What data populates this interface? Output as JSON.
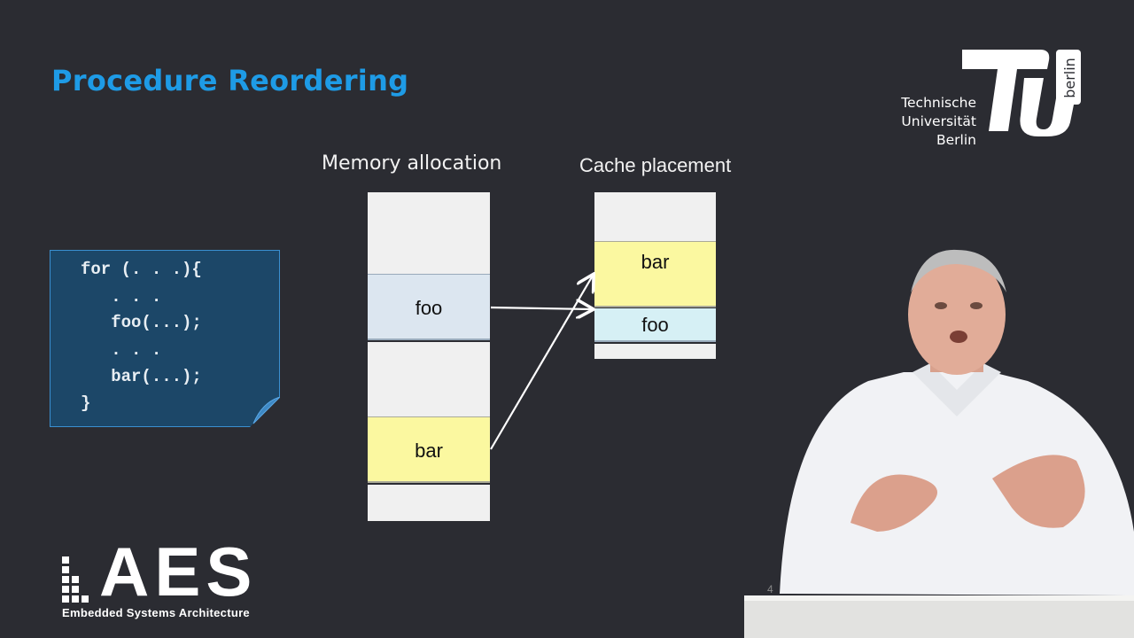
{
  "slide": {
    "title": "Procedure Reordering",
    "page_number": "4"
  },
  "university": {
    "line1": "Technische",
    "line2": "Universität",
    "line3": "Berlin",
    "logo_word": "berlin"
  },
  "diagram": {
    "memory_label": "Memory allocation",
    "cache_label": "Cache placement",
    "memory_blocks": {
      "foo": "foo",
      "bar": "bar"
    },
    "cache_blocks": {
      "bar": "bar",
      "foo": "foo"
    },
    "colors": {
      "empty": "#f0f0f0",
      "foo_memory": "#dce6f0",
      "bar": "#fbf8a0",
      "foo_cache": "#d6f0f5"
    }
  },
  "code": {
    "lines": [
      "for (. . .){",
      "   . . .",
      "   foo(...);",
      "   . . .",
      "   bar(...);",
      "}"
    ]
  },
  "branding": {
    "aes": "AES",
    "aes_sub": "Embedded Systems Architecture"
  }
}
